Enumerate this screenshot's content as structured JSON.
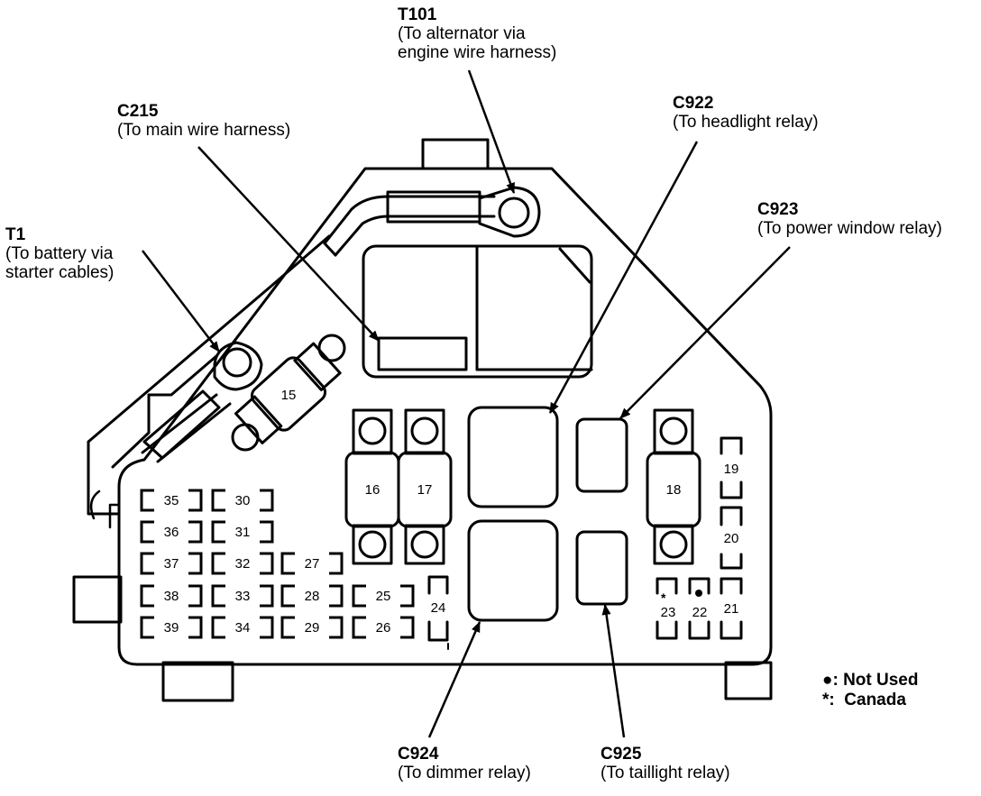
{
  "callouts": {
    "t101": {
      "code": "T101",
      "lines": [
        "(To alternator via",
        "engine wire harness)"
      ]
    },
    "c215": {
      "code": "C215",
      "lines": [
        "(To main wire harness)"
      ]
    },
    "t1": {
      "code": "T1",
      "lines": [
        "(To battery via",
        "starter cables)"
      ]
    },
    "c922": {
      "code": "C922",
      "lines": [
        "(To headlight relay)"
      ]
    },
    "c923": {
      "code": "C923",
      "lines": [
        "(To power window relay)"
      ]
    },
    "c924": {
      "code": "C924",
      "lines": [
        "(To dimmer relay)"
      ]
    },
    "c925": {
      "code": "C925",
      "lines": [
        "(To taillight relay)"
      ]
    }
  },
  "fuses": {
    "small_left": [
      "35",
      "30",
      "36",
      "31",
      "37",
      "32",
      "27",
      "38",
      "33",
      "28",
      "25",
      "39",
      "34",
      "29",
      "26"
    ],
    "fuse_24": "24",
    "large": [
      "15",
      "16",
      "17",
      "18"
    ],
    "right_column": [
      "19",
      "20",
      "21"
    ],
    "fuse_23": "23",
    "fuse_22": "22"
  },
  "legend": {
    "not_used_symbol": "●",
    "not_used_label": ": Not Used",
    "canada_symbol": "*",
    "canada_label": ":  Canada"
  },
  "colors": {
    "line": "#000000",
    "background": "#ffffff"
  }
}
